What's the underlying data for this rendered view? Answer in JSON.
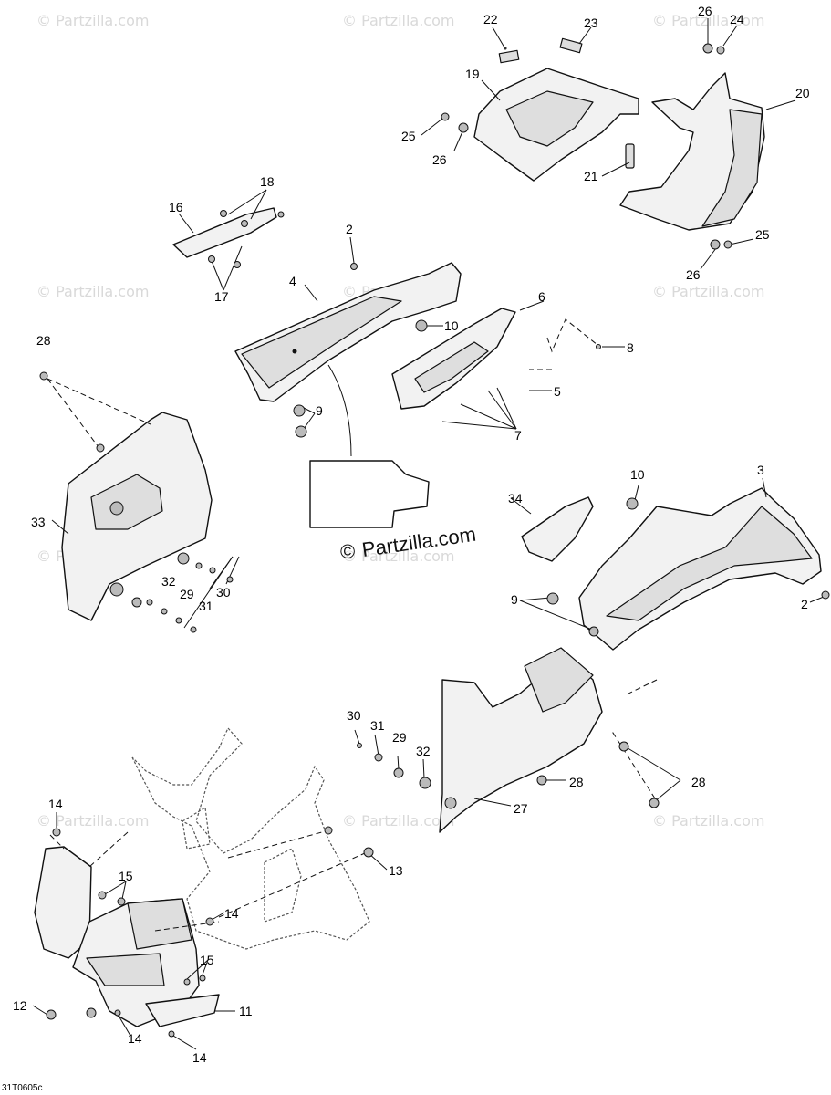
{
  "watermark": {
    "text": "© Partzilla.com"
  },
  "logo": {
    "text": "Partzilla.com",
    "symbol": "©"
  },
  "drawing_code": "31T0605c",
  "callouts": [
    "22",
    "23",
    "26",
    "24",
    "19",
    "20",
    "25",
    "26",
    "21",
    "25",
    "26",
    "16",
    "18",
    "17",
    "2",
    "4",
    "6",
    "10",
    "8",
    "28",
    "9",
    "5",
    "7",
    "10",
    "3",
    "34",
    "33",
    "32",
    "29",
    "31",
    "30",
    "9",
    "2",
    "30",
    "31",
    "29",
    "32",
    "28",
    "28",
    "27",
    "14",
    "15",
    "13",
    "14",
    "15",
    "12",
    "11",
    "14",
    "14"
  ]
}
